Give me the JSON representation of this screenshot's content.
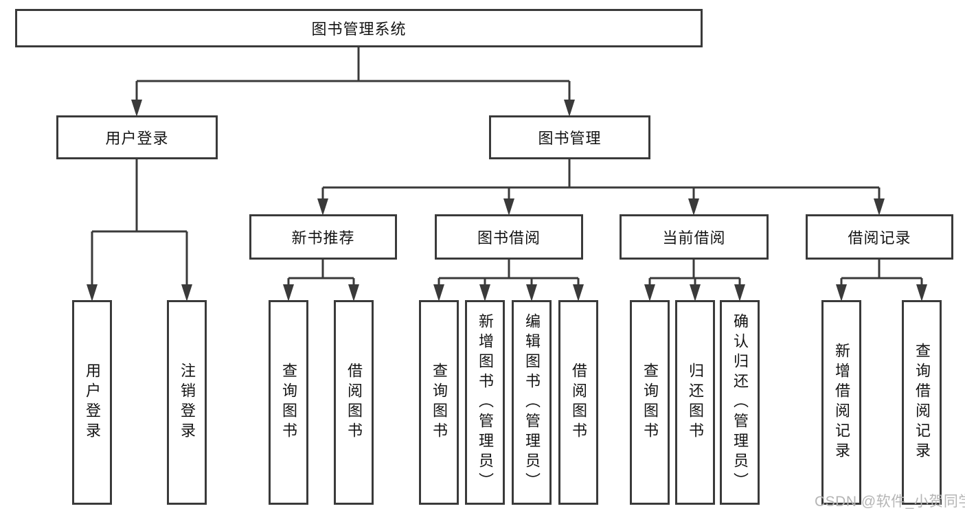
{
  "diagram": {
    "root": {
      "label": "图书管理系统"
    },
    "user_branch": {
      "label": "用户登录",
      "leaves": [
        {
          "label": "用户登录"
        },
        {
          "label": "注销登录"
        }
      ]
    },
    "management_branch": {
      "label": "图书管理",
      "groups": [
        {
          "label": "新书推荐",
          "leaves": [
            {
              "label": "查询图书"
            },
            {
              "label": "借阅图书"
            }
          ]
        },
        {
          "label": "图书借阅",
          "leaves": [
            {
              "label": "查询图书"
            },
            {
              "label": "新增图书（管理员）"
            },
            {
              "label": "编辑图书（管理员）"
            },
            {
              "label": "借阅图书"
            }
          ]
        },
        {
          "label": "当前借阅",
          "leaves": [
            {
              "label": "查询图书"
            },
            {
              "label": "归还图书"
            },
            {
              "label": "确认归还（管理员）"
            }
          ]
        },
        {
          "label": "借阅记录",
          "leaves": [
            {
              "label": "新增借阅记录"
            },
            {
              "label": "查询借阅记录"
            }
          ]
        }
      ]
    }
  },
  "watermark": {
    "text": "CSDN @软件_小贺同学"
  },
  "colors": {
    "line": "#3a3a3a",
    "text": "#141414",
    "watermark": "#b5b5b5",
    "background": "#ffffff"
  }
}
